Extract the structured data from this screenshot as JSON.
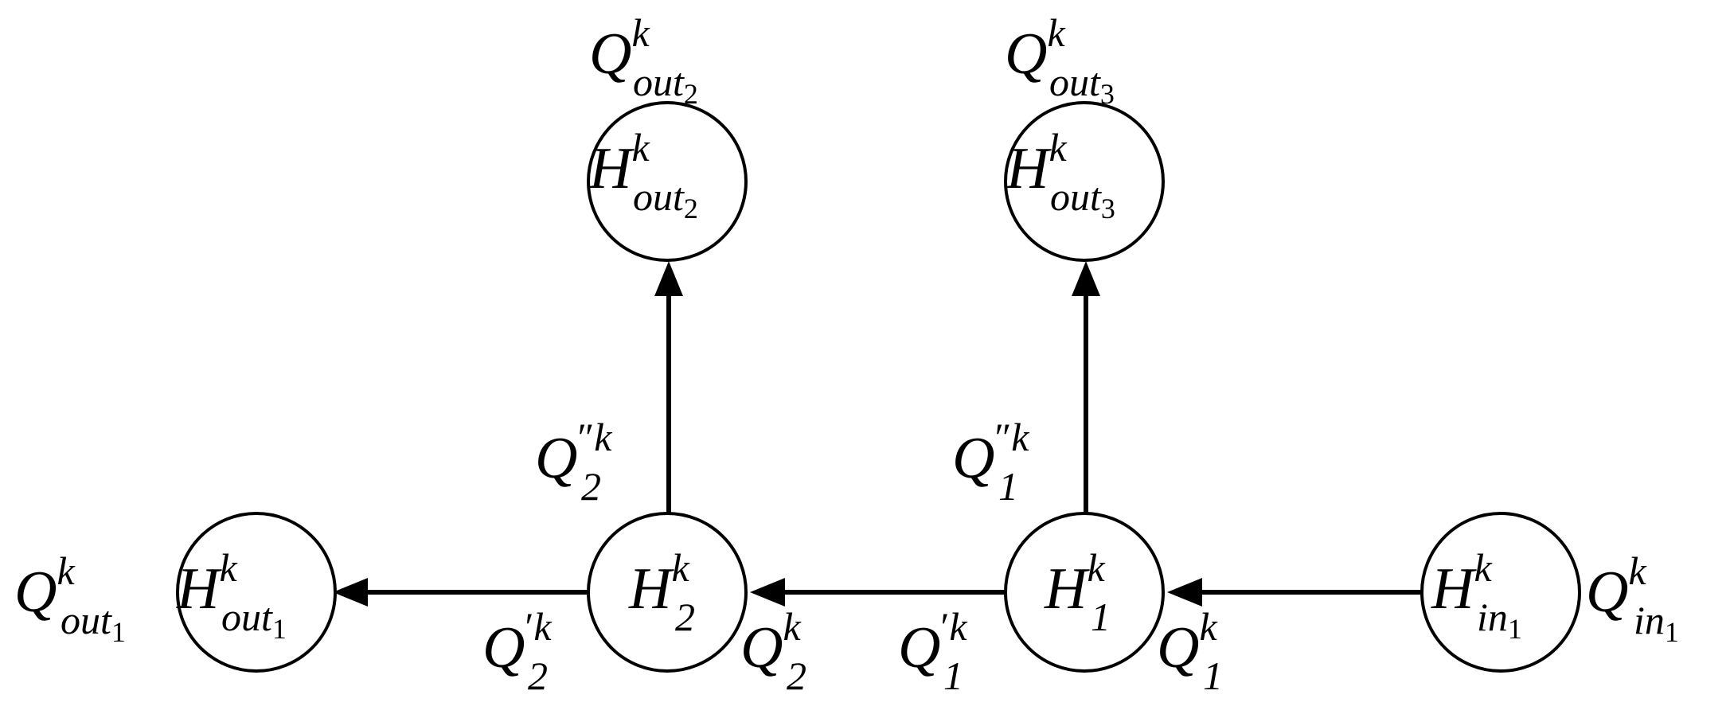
{
  "nodes": {
    "out1": {
      "symbol": "H",
      "sup": "k",
      "sub": "out",
      "subsub": "1"
    },
    "h2": {
      "symbol": "H",
      "sup": "k",
      "sub": "2"
    },
    "h1": {
      "symbol": "H",
      "sup": "k",
      "sub": "1"
    },
    "in1": {
      "symbol": "H",
      "sup": "k",
      "sub": "in",
      "subsub": "1"
    },
    "out2": {
      "symbol": "H",
      "sup": "k",
      "sub": "out",
      "subsub": "2"
    },
    "out3": {
      "symbol": "H",
      "sup": "k",
      "sub": "out",
      "subsub": "3"
    }
  },
  "flows": {
    "q_out1": {
      "symbol": "Q",
      "sup": "k",
      "sub": "out",
      "subsub": "1"
    },
    "q_in1": {
      "symbol": "Q",
      "sup": "k",
      "sub": "in",
      "subsub": "1"
    },
    "q_out2": {
      "symbol": "Q",
      "sup": "k",
      "sub": "out",
      "subsub": "2"
    },
    "q_out3": {
      "symbol": "Q",
      "sup": "k",
      "sub": "out",
      "subsub": "3"
    },
    "q2p": {
      "symbol": "Q",
      "prime": "′",
      "sup": "k",
      "sub": "2"
    },
    "q2": {
      "symbol": "Q",
      "sup": "k",
      "sub": "2"
    },
    "q1p": {
      "symbol": "Q",
      "prime": "′",
      "sup": "k",
      "sub": "1"
    },
    "q1": {
      "symbol": "Q",
      "sup": "k",
      "sub": "1"
    },
    "q2pp": {
      "symbol": "Q",
      "prime": "″",
      "sup": "k",
      "sub": "2"
    },
    "q1pp": {
      "symbol": "Q",
      "prime": "″",
      "sup": "k",
      "sub": "1"
    }
  },
  "colors": {
    "stroke": "#000000",
    "background": "#ffffff"
  }
}
